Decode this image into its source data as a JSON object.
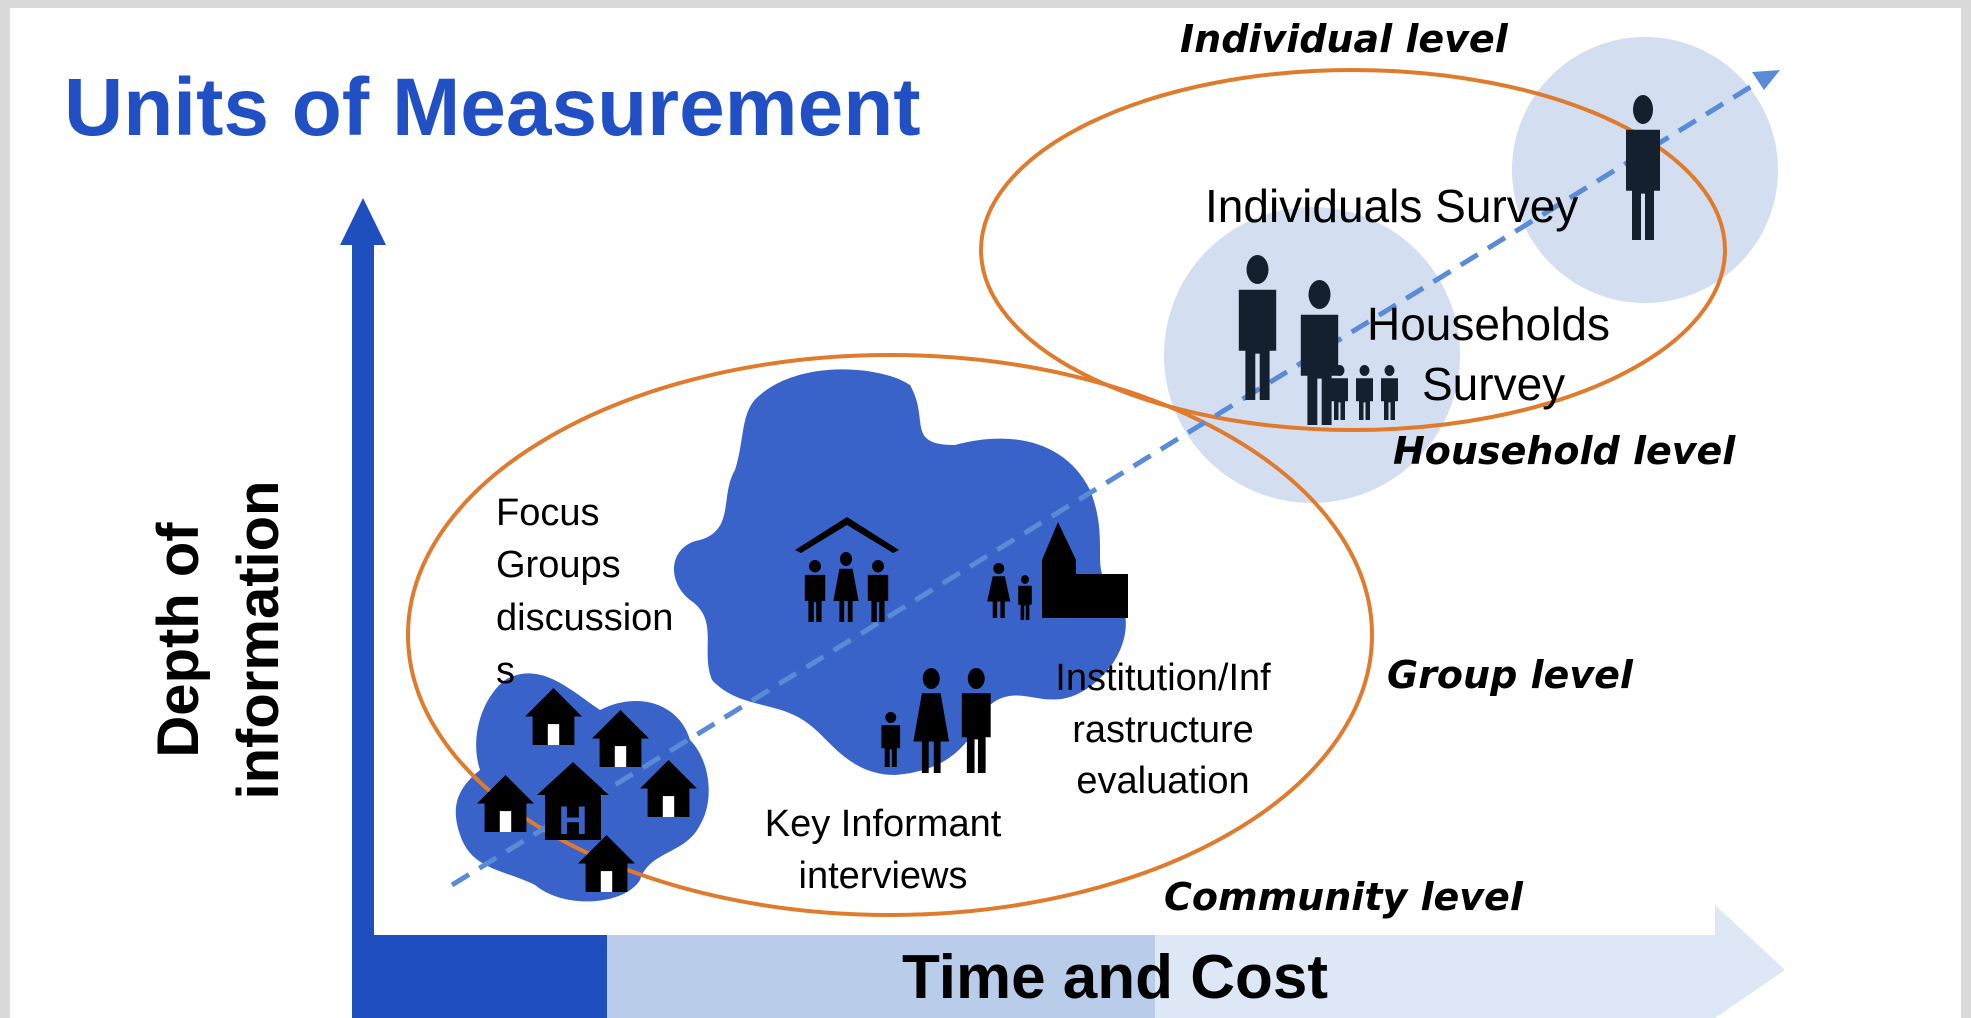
{
  "title": "Units of Measurement",
  "y_axis_label_line1": "Depth of",
  "y_axis_label_line2": "information",
  "x_axis_label": "Time and Cost",
  "levels": {
    "individual": "Individual  level",
    "household": "Household level",
    "group": "Group  level",
    "community": "Community  level"
  },
  "methods": {
    "individuals_survey": "Individuals Survey",
    "households_survey_line1": "Households",
    "households_survey_line2": "Survey",
    "focus_groups_lines": [
      "Focus",
      "Groups",
      "discussion",
      "s"
    ],
    "institution_lines": [
      "Institution/Inf",
      "rastructure",
      "evaluation"
    ],
    "key_informant_lines": [
      "Key Informant",
      "interviews"
    ]
  },
  "colors": {
    "title_blue": "#2150c4",
    "axis_blue": "#1f4fbf",
    "blob_blue": "#3a63c9",
    "light_circle": "#d3def1",
    "ellipse_orange": "#e07b2e",
    "dashed_line": "#5a8bd6",
    "bar_mid": "#b9cdeb",
    "bar_light": "#dde7f6"
  },
  "icons": [
    "person-icon",
    "family-icon",
    "house-icon",
    "church-icon",
    "hospital-icon"
  ]
}
